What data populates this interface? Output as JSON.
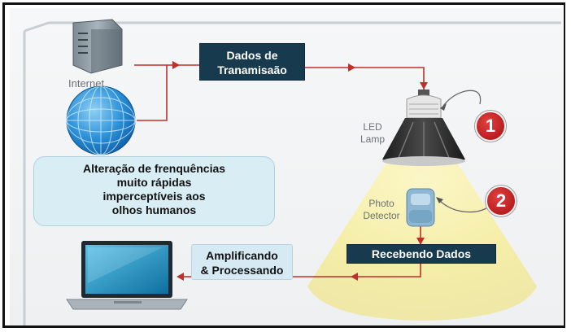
{
  "nodes": {
    "internet_label": "Internet",
    "transmission_box": [
      "Dados de",
      "Tranamisaão"
    ],
    "led_lamp_label": [
      "LED",
      "Lamp"
    ],
    "photo_detector_label": [
      "Photo",
      "Detector"
    ],
    "receiving_box": "Recebendo Dados",
    "processing_box": [
      "Amplificando",
      "& Processando"
    ],
    "info_bubble": [
      "Alteração de frenquências",
      "muito rápidas",
      "imperceptíveis aos",
      "olhos humanos"
    ]
  },
  "badges": [
    "1",
    "2"
  ],
  "colors": {
    "dark_box": "#173a4f",
    "light_box": "#d6eaf3",
    "arrow_red": "#c0302a",
    "light_cone": "#f5efb0",
    "badge_red": "#b81b1b"
  },
  "icons": [
    "server-icon",
    "globe-icon",
    "led-bulb-icon",
    "photo-detector-icon",
    "laptop-icon"
  ]
}
